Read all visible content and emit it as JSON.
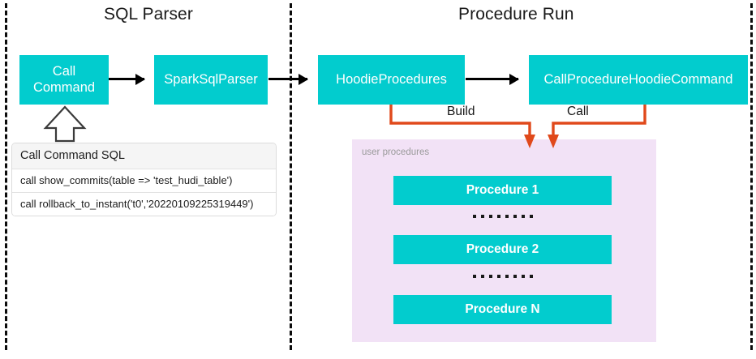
{
  "diagram": {
    "sections": [
      {
        "id": "sql-parser",
        "title": "SQL Parser"
      },
      {
        "id": "procedure-run",
        "title": "Procedure Run"
      }
    ],
    "nodes": [
      {
        "id": "call-command",
        "label": "Call\nCommand",
        "line1": "Call",
        "line2": "Command",
        "color": "#02CCCE"
      },
      {
        "id": "spark-sql-parser",
        "label": "SparkSqlParser",
        "color": "#02CCCE"
      },
      {
        "id": "hoodie-procedures",
        "label": "HoodieProcedures",
        "color": "#02CCCE"
      },
      {
        "id": "call-procedure-hoodie-command",
        "label": "CallProcedureHoodieCommand",
        "color": "#02CCCE"
      }
    ],
    "connector_labels": {
      "build": "Build",
      "call": "Call"
    },
    "connector_color": "#E0491B",
    "arrow_color": "#000000",
    "divider_color": "#0B0B0B"
  },
  "sql_card": {
    "header": "Call Command SQL",
    "rows": [
      "call show_commits(table => 'test_hudi_table')",
      "call rollback_to_instant('t0','20220109225319449')"
    ],
    "header_bg": "#F5F5F5"
  },
  "user_procedures": {
    "caption": "user procedures",
    "panel_color": "#F2E2F6",
    "items": [
      {
        "label": "Procedure 1"
      },
      {
        "label": "Procedure 2"
      },
      {
        "label": "Procedure N"
      }
    ],
    "ellipsis_dot_count": 8
  }
}
